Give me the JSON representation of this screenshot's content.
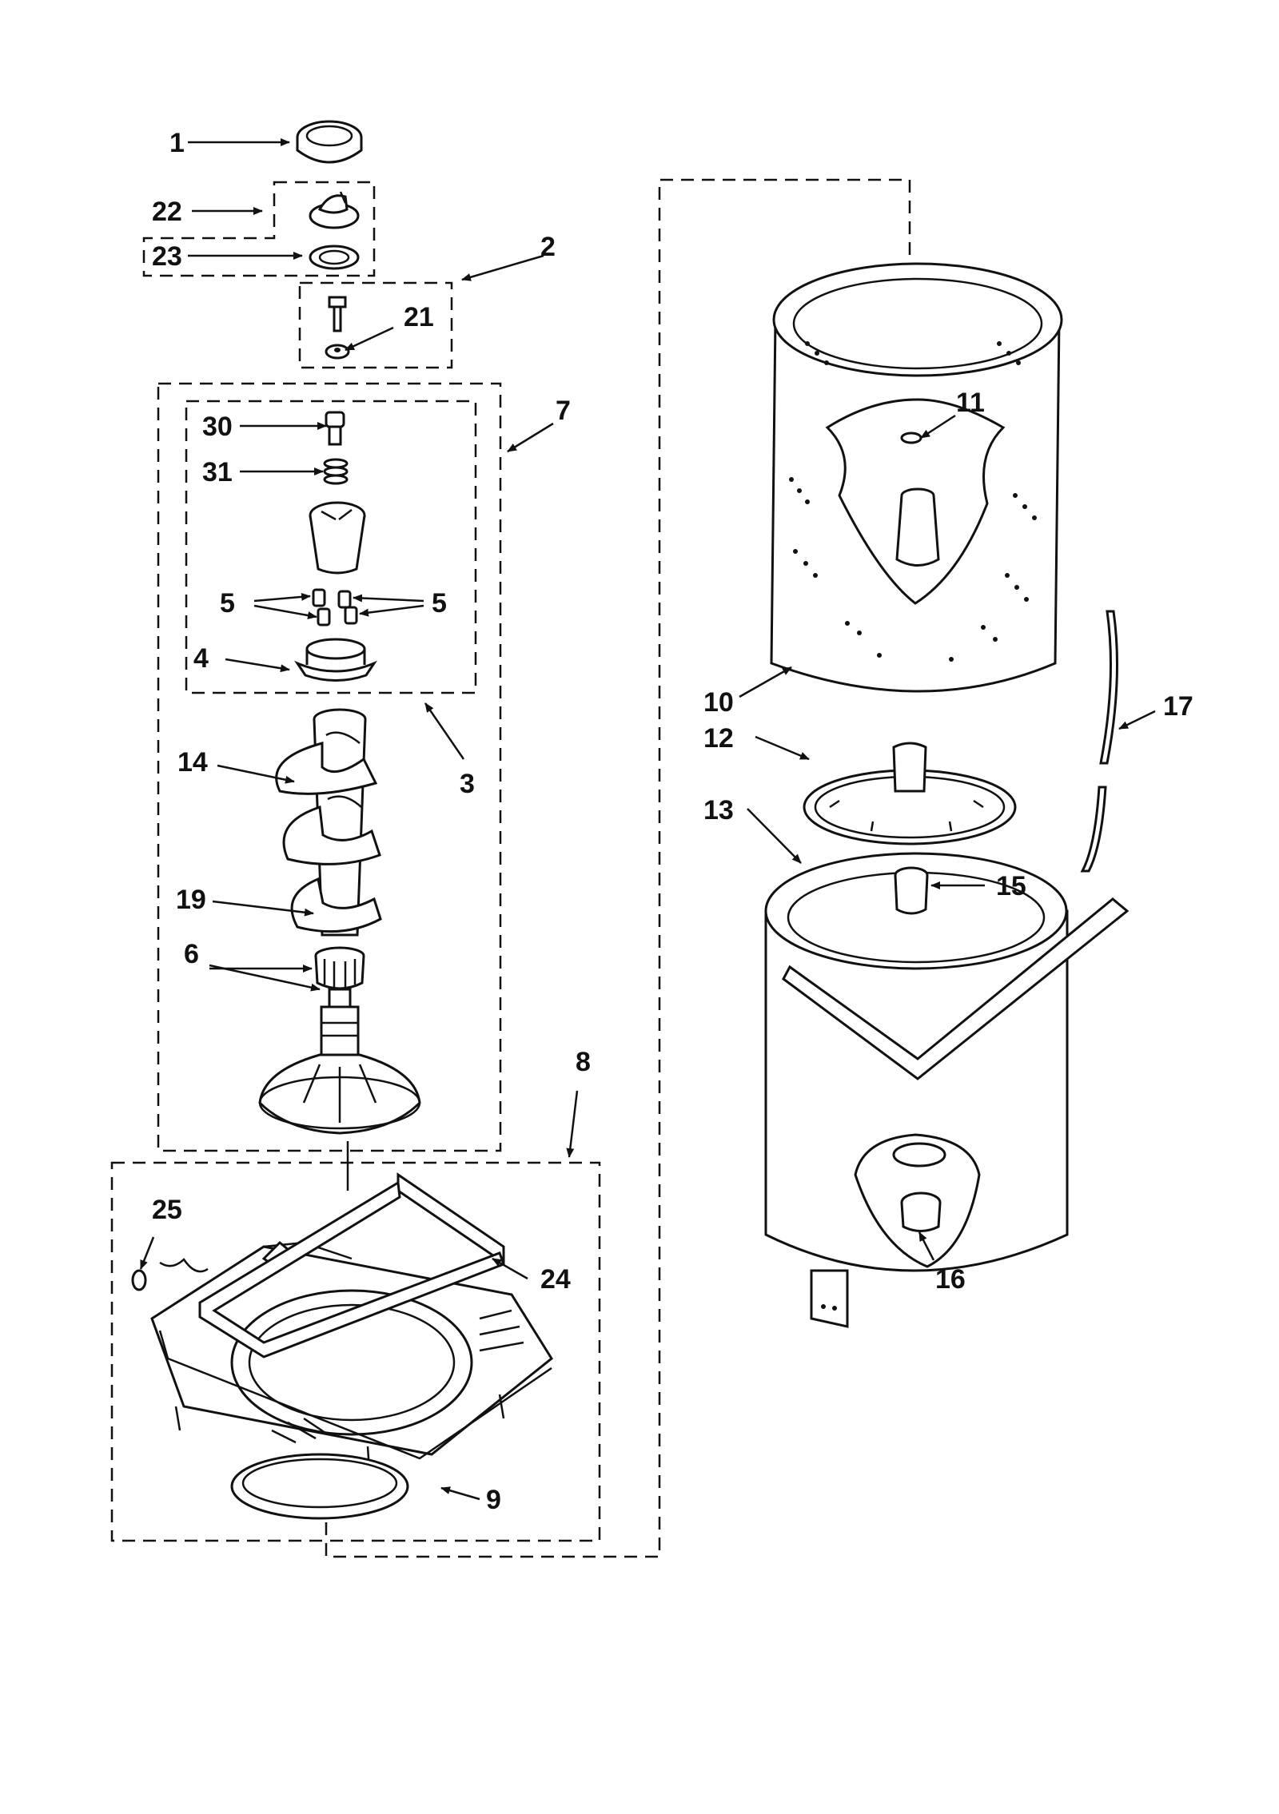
{
  "callouts": {
    "c1": "1",
    "c2": "2",
    "c3": "3",
    "c4": "4",
    "c5a": "5",
    "c5b": "5",
    "c6": "6",
    "c7": "7",
    "c8": "8",
    "c9": "9",
    "c10": "10",
    "c11": "11",
    "c12": "12",
    "c13": "13",
    "c14": "14",
    "c15": "15",
    "c16": "16",
    "c17": "17",
    "c19": "19",
    "c21": "21",
    "c22": "22",
    "c23": "23",
    "c24": "24",
    "c25": "25",
    "c30": "30",
    "c31": "31"
  }
}
